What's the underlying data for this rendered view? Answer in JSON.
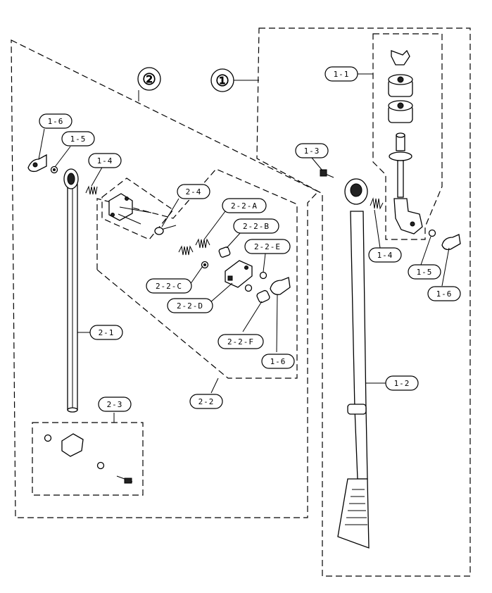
{
  "group_marks": {
    "g1": "①",
    "g2": "②"
  },
  "callouts": {
    "c_1_1": "1-1",
    "c_1_2": "1-2",
    "c_1_3": "1-3",
    "c_1_4_right": "1-4",
    "c_1_5_right": "1-5",
    "c_1_6_right": "1-6",
    "c_1_6_left": "1-6",
    "c_1_5_left": "1-5",
    "c_1_4_left": "1-4",
    "c_2_1": "2-1",
    "c_2_2": "2-2",
    "c_2_3": "2-3",
    "c_2_4": "2-4",
    "c_2_2_a": "2-2-A",
    "c_2_2_b": "2-2-B",
    "c_2_2_c": "2-2-C",
    "c_2_2_d": "2-2-D",
    "c_2_2_e": "2-2-E",
    "c_2_2_f": "2-2-F",
    "c_1_6_mid": "1-6"
  }
}
